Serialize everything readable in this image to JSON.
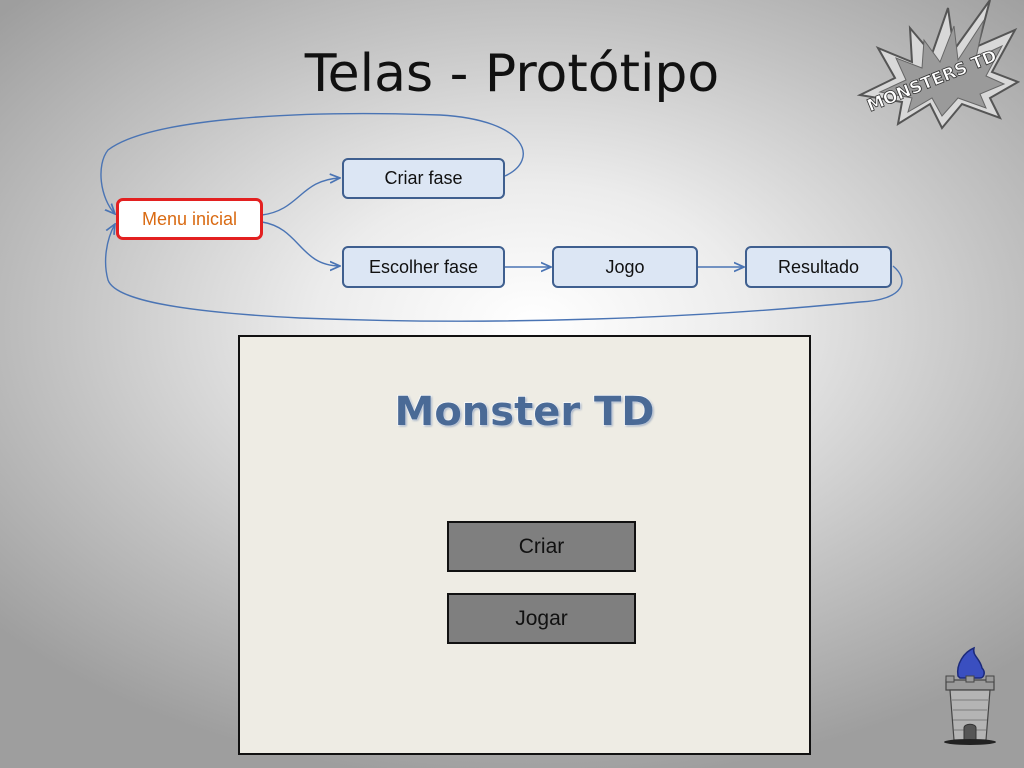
{
  "slide": {
    "title": "Telas - Protótipo"
  },
  "flow": {
    "nodes": {
      "menu": "Menu inicial",
      "criar_fase": "Criar fase",
      "escolher_fase": "Escolher fase",
      "jogo": "Jogo",
      "resultado": "Resultado"
    },
    "colors": {
      "node_fill": "#dce6f4",
      "node_border": "#3f5f8f",
      "start_border": "#e32020",
      "start_text": "#d96a12",
      "arrow": "#4a74b4"
    }
  },
  "prototype": {
    "game_title": "Monster TD",
    "buttons": {
      "criar": "Criar",
      "jogar": "Jogar"
    }
  },
  "logo": {
    "text": "MONSTERS TD",
    "icon": "monsters-td-logo"
  },
  "decor": {
    "icon": "tower-icon"
  }
}
